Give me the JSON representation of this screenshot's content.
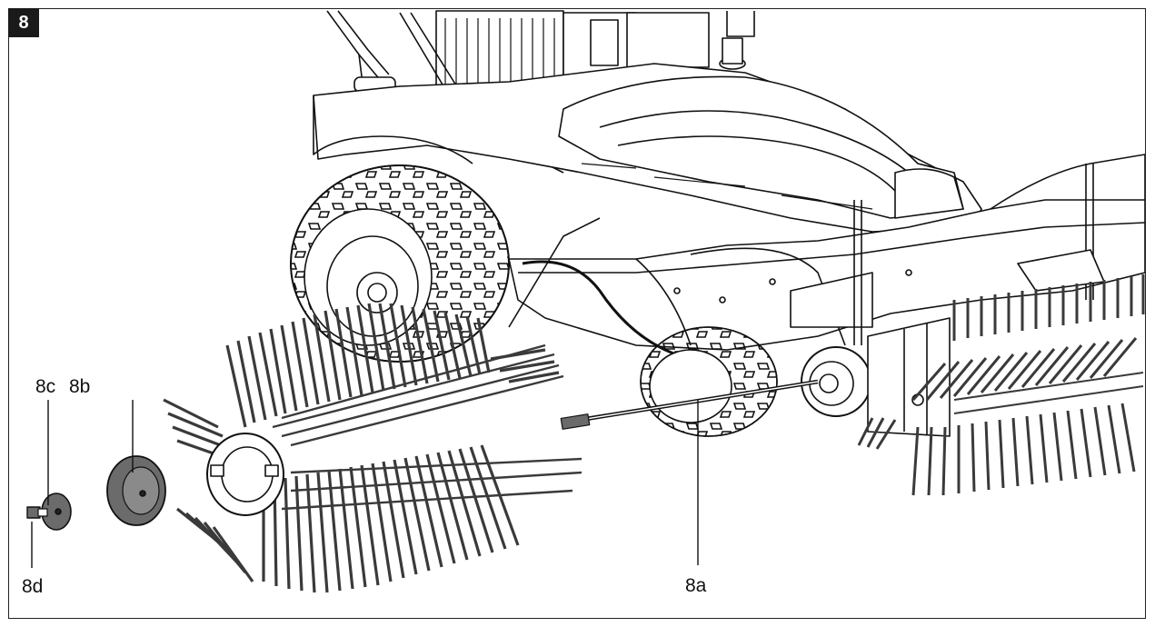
{
  "figure": {
    "number": "8"
  },
  "callouts": {
    "c8a": "8a",
    "c8b": "8b",
    "c8c": "8c",
    "c8d": "8d"
  },
  "colors": {
    "line": "#111111",
    "bristle": "#3a3a3a",
    "part_fill": "#6b6b6b",
    "background": "#ffffff"
  }
}
